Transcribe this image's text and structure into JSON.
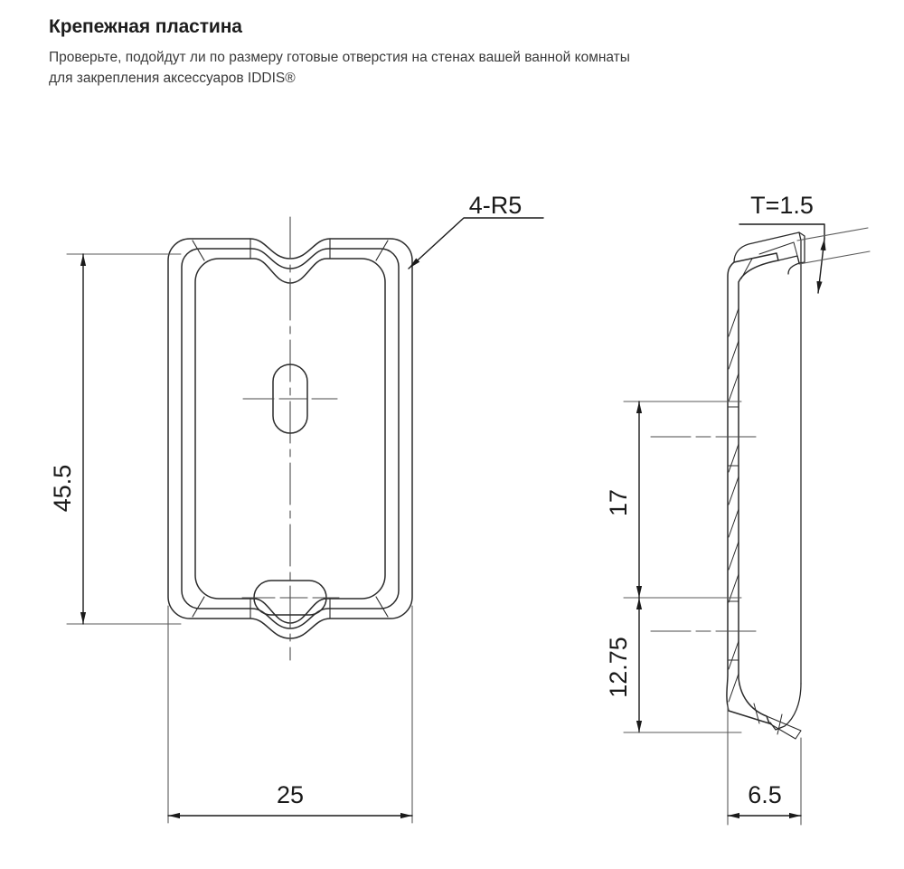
{
  "header": {
    "title": "Крепежная пластина",
    "subtitle_line1": "Проверьте, подойдут ли по размеру готовые отверстия на стенах вашей ванной комнаты",
    "subtitle_line2": "для закрепления аксессуаров IDDIS®"
  },
  "drawing": {
    "type": "engineering-drawing",
    "units": "mm",
    "views": [
      {
        "name": "front-view",
        "position": "left"
      },
      {
        "name": "side-section-view",
        "position": "right"
      }
    ],
    "dimensions": {
      "height": "45.5",
      "width": "25",
      "corner_radius": "4-R5",
      "thickness": "T=1.5",
      "upper_hole_to_center": "17",
      "lower_hole_to_bottom": "12.75",
      "depth": "6.5"
    },
    "colors": {
      "line": "#1a1a1a",
      "thin_line": "#3c3c3c",
      "background": "#ffffff",
      "text": "#1a1a1a"
    }
  }
}
